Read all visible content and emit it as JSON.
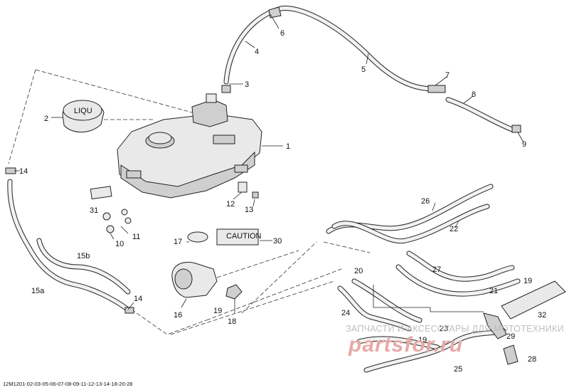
{
  "callouts": [
    "1",
    "2",
    "3",
    "4",
    "5",
    "6",
    "7",
    "8",
    "9",
    "10",
    "11",
    "12",
    "13",
    "14",
    "14",
    "15a",
    "15b",
    "16",
    "17",
    "18",
    "19",
    "19",
    "19",
    "20",
    "21",
    "22",
    "23",
    "24",
    "25",
    "26",
    "27",
    "28",
    "29",
    "30",
    "31",
    "32"
  ],
  "decals": {
    "tank_cap_text": "LIQU",
    "warning_label_text": "CAUTION"
  },
  "figure_id": "12M1201-02-03-05-06-07-08-09-11-12-13-14-18-20-28",
  "watermark": {
    "tagline": "ЗАПЧАСТИ И АКСЕССУАРЫ ДЛЯ МОТОТЕХНИКИ",
    "logo": "partsfor.ru"
  }
}
